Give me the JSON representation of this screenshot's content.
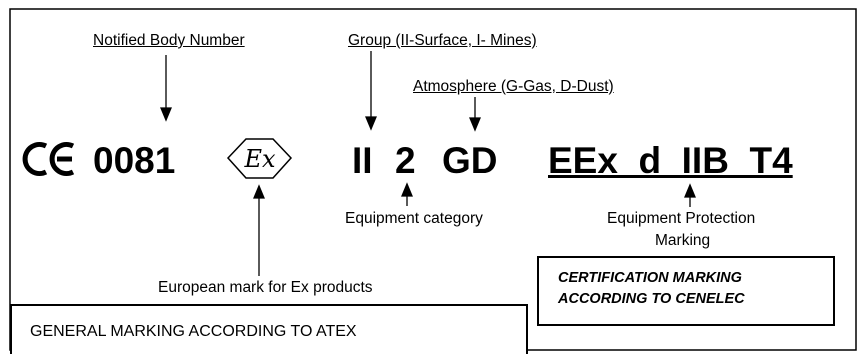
{
  "labels": {
    "notified_body_number": "Notified Body Number",
    "group": "Group (II-Surface, I- Mines)",
    "atmosphere": "Atmosphere (G-Gas, D-Dust)",
    "equipment_category": "Equipment category",
    "equipment_protection_marking_line1": "Equipment Protection",
    "equipment_protection_marking_line2": "Marking",
    "european_mark": "European mark for Ex products"
  },
  "marking": {
    "ce_mark": "CE",
    "notified_body_number": "0081",
    "ex_symbol": "Ex",
    "group": "II",
    "category": "2",
    "atmosphere": "GD",
    "protection_marking": "EEx  d  IIB  T4"
  },
  "boxes": {
    "cenelec_line1": "CERTIFICATION MARKING",
    "cenelec_line2": "ACCORDING TO  CENELEC",
    "atex": "GENERAL MARKING ACCORDING TO ATEX"
  }
}
